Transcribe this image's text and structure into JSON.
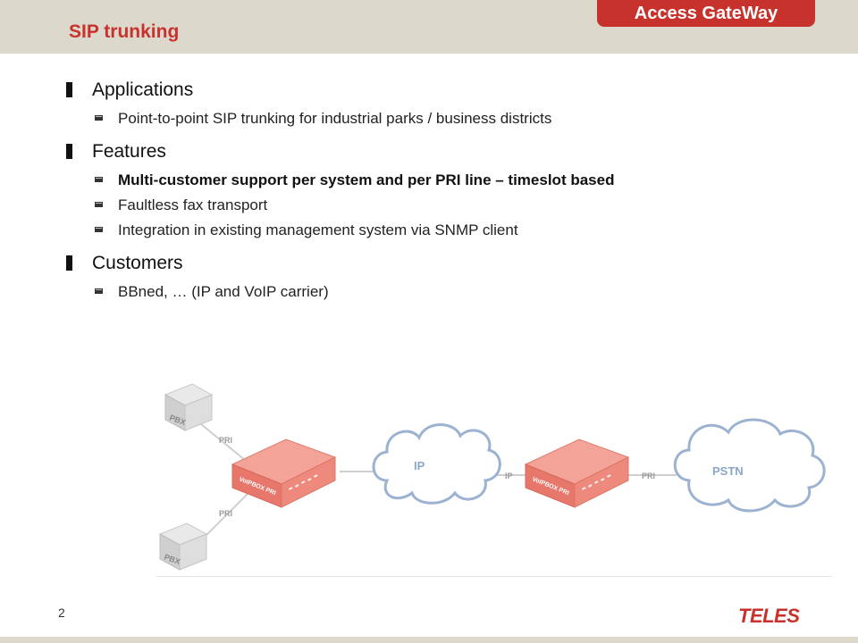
{
  "header": {
    "title": "SIP trunking",
    "product": "Access GateWay"
  },
  "sections": [
    {
      "heading": "Applications",
      "items": [
        {
          "text": "Point-to-point SIP trunking for industrial parks / business districts",
          "bold": false
        }
      ]
    },
    {
      "heading": "Features",
      "items": [
        {
          "text": "Multi-customer support per system and per PRI line – timeslot based",
          "bold": true
        },
        {
          "text": "Faultless fax transport",
          "bold": false
        },
        {
          "text": "Integration in existing management system via SNMP client",
          "bold": false
        }
      ]
    },
    {
      "heading": "Customers",
      "items": [
        {
          "text": "BBned, … (IP and VoIP carrier)",
          "bold": false
        }
      ]
    }
  ],
  "diagram": {
    "pbx_top": "PBX",
    "pbx_bottom": "PBX",
    "link_pri_top": "PRI",
    "link_pri_bottom": "PRI",
    "device_left": "VoIPBOX PRI",
    "cloud_ip": "IP",
    "link_ip": "IP",
    "device_right": "VoIPBOX PRI",
    "link_pri_right": "PRI",
    "cloud_pstn": "PSTN"
  },
  "footer": {
    "page_number": "2",
    "logo": "TELES"
  },
  "colors": {
    "accent": "#c8322c",
    "band": "#dcd8cc",
    "device": "#ef8a7e"
  }
}
